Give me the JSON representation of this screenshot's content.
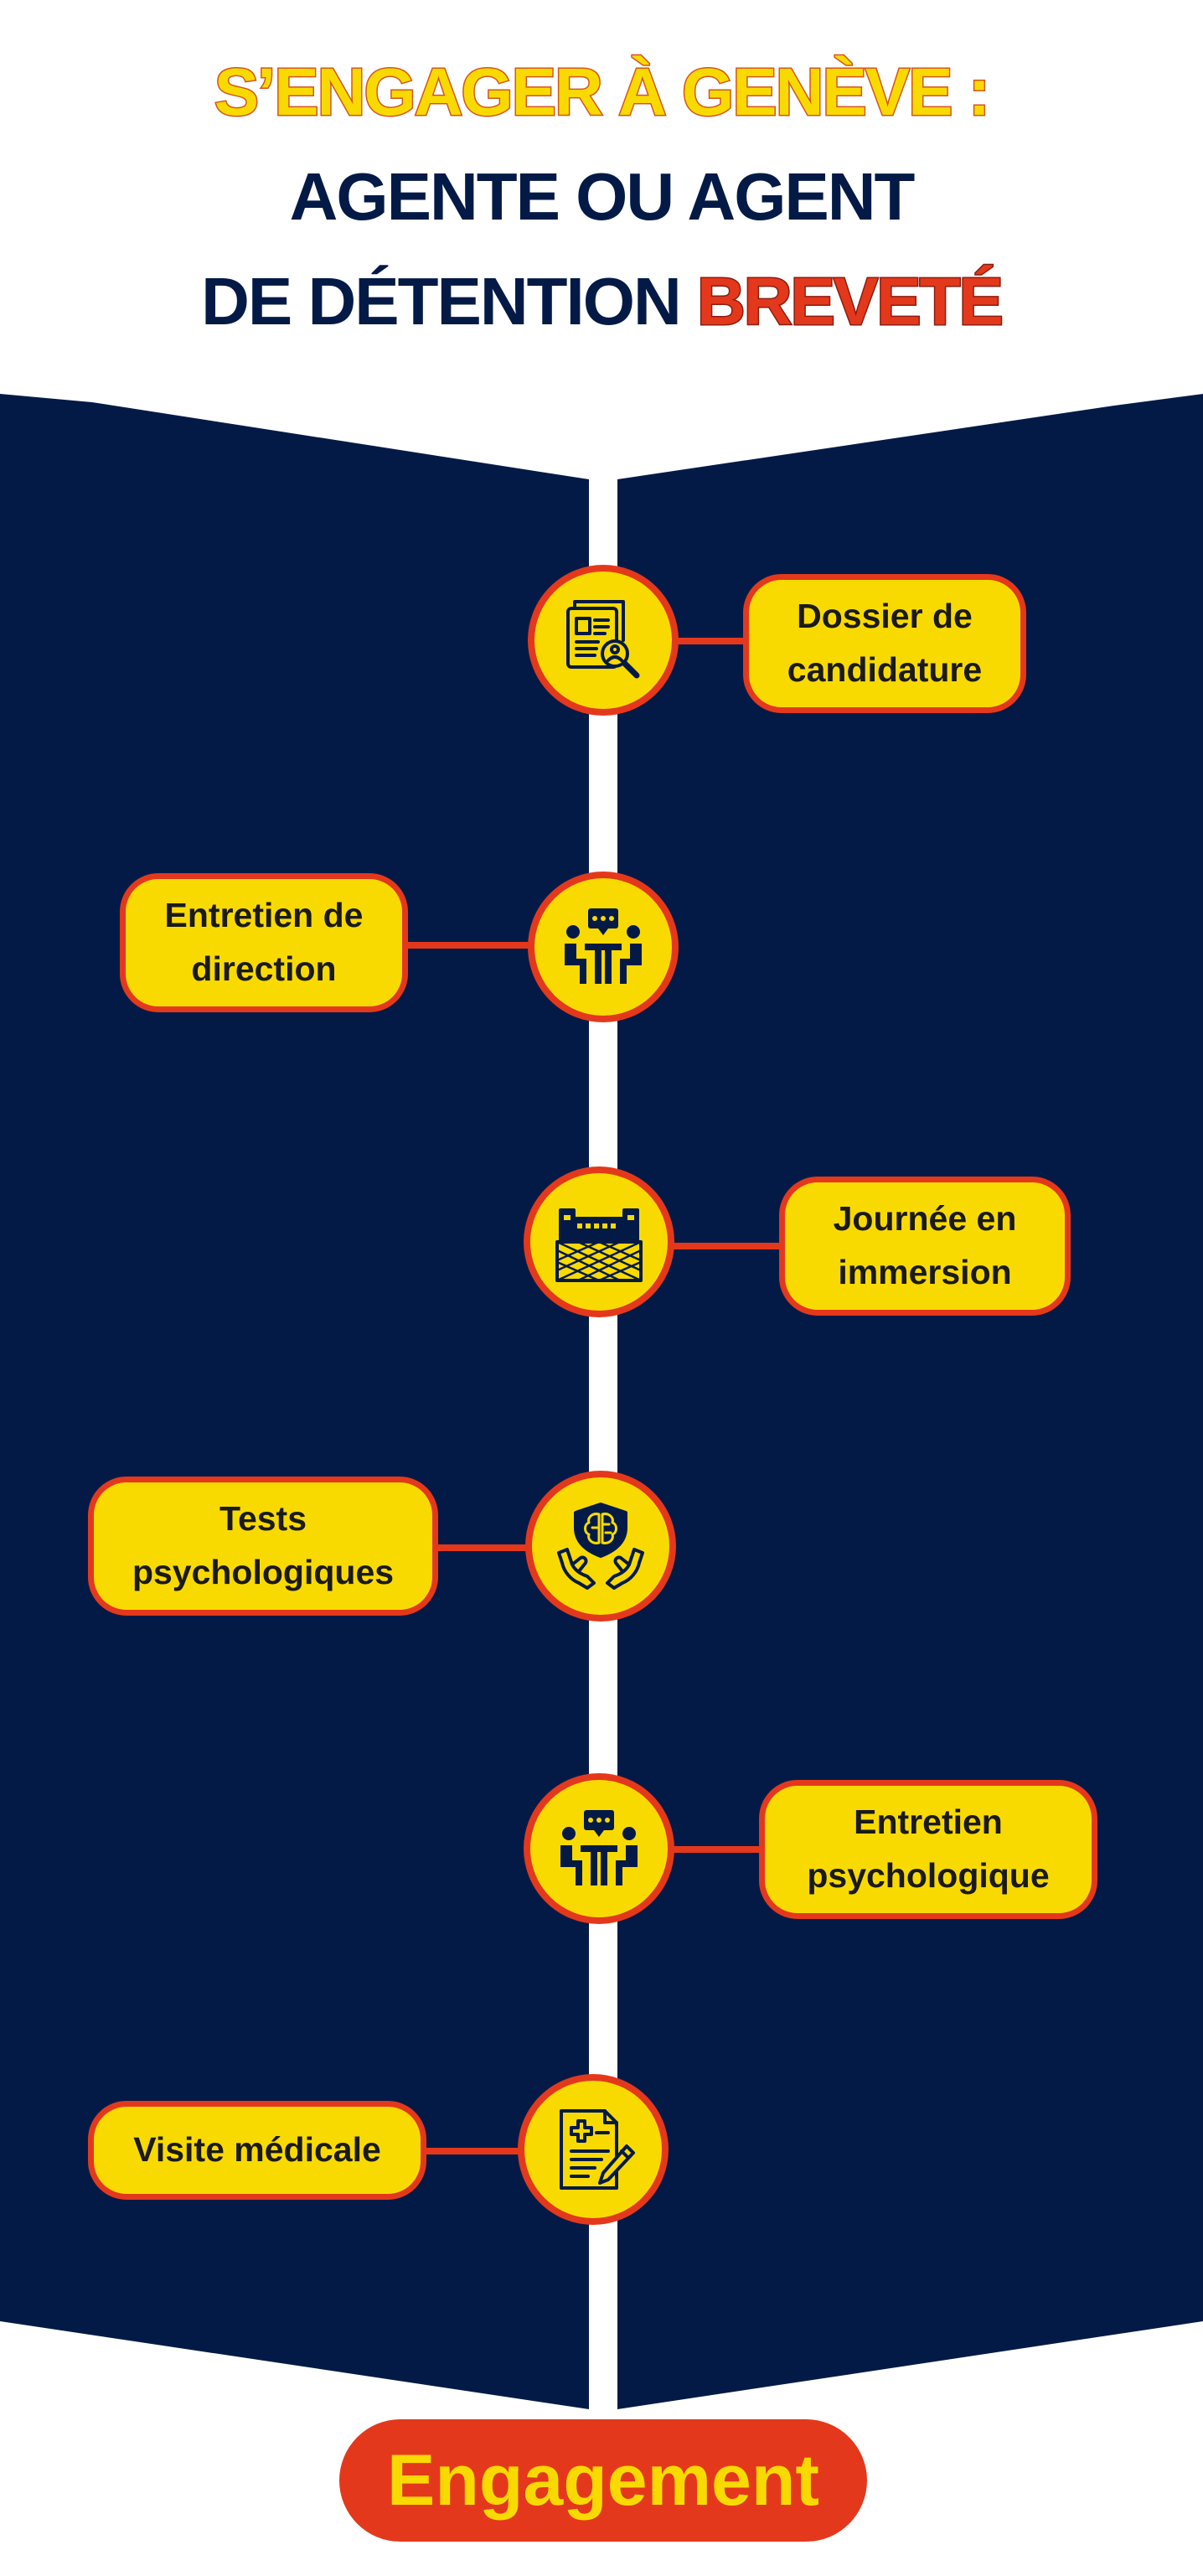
{
  "title": {
    "line1": "S’ENGAGER À GENÈVE :",
    "line2": "AGENTE OU AGENT",
    "line3_part1": "DE DÉTENTION ",
    "line3_part2": "BREVETÉ"
  },
  "colors": {
    "navy": "#041a46",
    "yellow": "#f9da00",
    "red": "#e4381c",
    "white": "#ffffff"
  },
  "steps": [
    {
      "label_line1": "Dossier de",
      "label_line2": "candidature",
      "icon": "document-search-icon"
    },
    {
      "label_line1": "Entretien de",
      "label_line2": "direction",
      "icon": "interview-meeting-icon"
    },
    {
      "label_line1": "Journée en",
      "label_line2": "immersion",
      "icon": "prison-building-icon"
    },
    {
      "label_line1": "Tests",
      "label_line2": "psychologiques",
      "icon": "brain-hands-icon"
    },
    {
      "label_line1": "Entretien",
      "label_line2": "psychologique",
      "icon": "interview-meeting-icon"
    },
    {
      "label_line1": "Visite médicale",
      "label_line2": "",
      "icon": "medical-form-icon"
    }
  ],
  "final_step": {
    "label": "Engagement"
  }
}
